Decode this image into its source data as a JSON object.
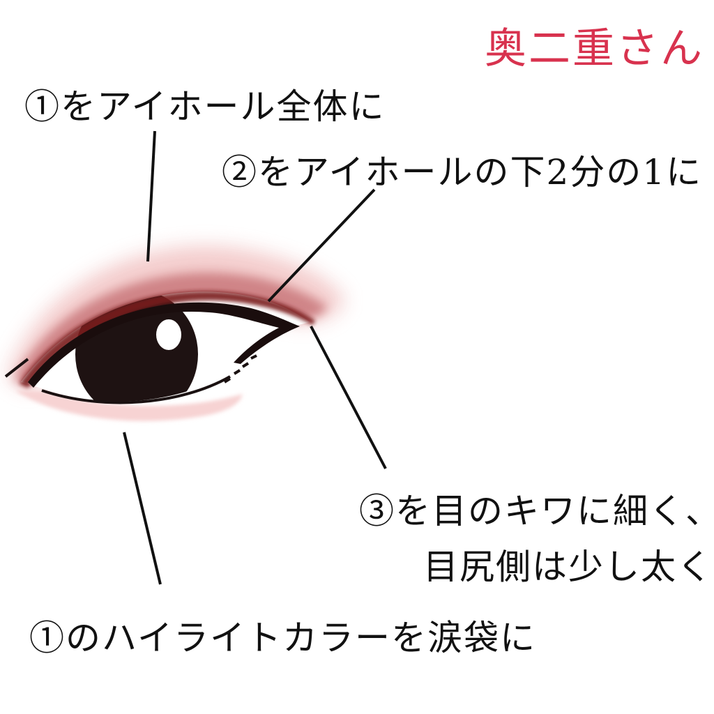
{
  "title": {
    "text": "奥二重さん",
    "color": "#d8324e"
  },
  "labels": [
    {
      "id": "step1-eyehole",
      "text": "①をアイホール全体に"
    },
    {
      "id": "step2-lower-half",
      "text": "②をアイホールの下2分の1に"
    },
    {
      "id": "step3-lash-line-line1",
      "text": "③を目のキワに細く、"
    },
    {
      "id": "step3-lash-line-line2",
      "text": "目尻側は少し太く"
    },
    {
      "id": "step1-highlight-tear-bag",
      "text": "①のハイライトカラーを涙袋に"
    }
  ],
  "colors": {
    "text": "#111111",
    "leader_line": "#111111",
    "shadow_light_pink": "#f3c9c9",
    "shadow_mid": "#c9787c",
    "shadow_dark_red": "#7a1a1e",
    "iris": "#1e1212",
    "highlight": "#ffffff",
    "tear_bag_pink": "#f7d3d3"
  }
}
